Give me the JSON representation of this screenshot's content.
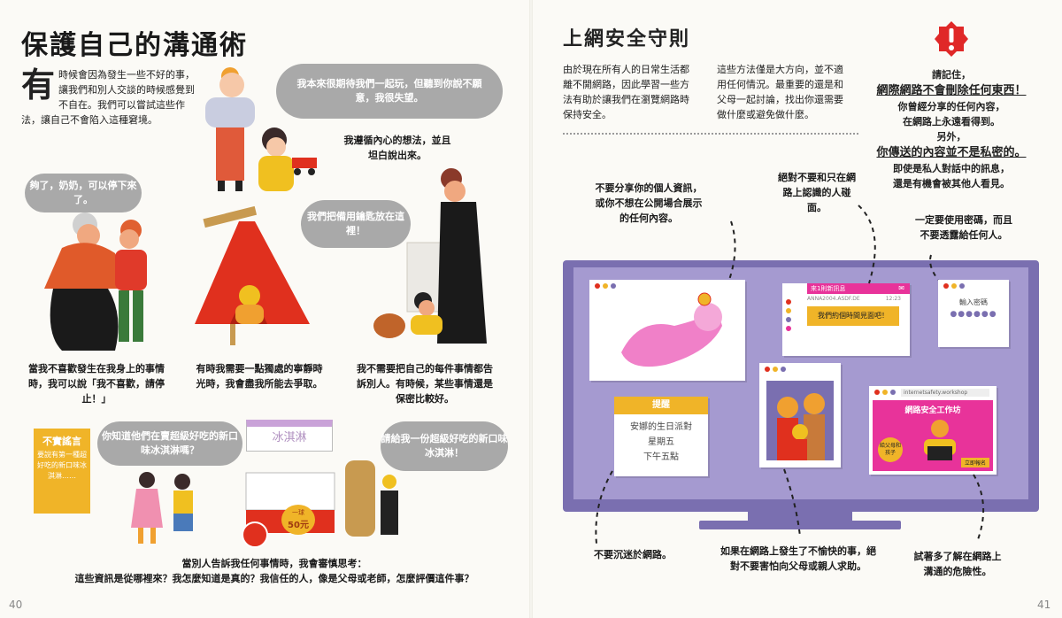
{
  "left": {
    "title": "保護自己的溝通術",
    "intro_dropcap": "有",
    "intro_text": "時候會因為發生一些不好的事，讓我們和別人交談的時候感覺到不自在。我們可以嘗試這些作法，讓自己不會陷入這種窘境。",
    "bubble_disappointed": "我本來很期待我們一起玩，但聽到你說不願意，我很失望。",
    "caption_honest": "我遵循內心的想法，並且坦白說出來。",
    "bubble_puppy": "夠了，奶奶，可以停下來了。",
    "bubble_key": "我們把備用鑰匙放在這裡！",
    "caption_stop": "當我不喜歡發生在我身上的事情時，我可以說「我不喜歡，請停止！」",
    "caption_quiet": "有時我需要一點獨處的寧靜時光時，我會盡我所能去爭取。",
    "caption_secret": "我不需要把自己的每件事情都告訴別人。有時候，某些事情還是保密比較好。",
    "rumor_sign_title": "不實謠言",
    "rumor_sign_text": "要說有第一種超好吃的新口味冰淇淋……",
    "bubble_ask": "你知道他們在賣超級好吃的新口味冰淇淋嗎？",
    "bubble_give": "請給我一份超級好吃的新口味冰淇淋！",
    "cart_sign": "冰淇淋",
    "cart_price_top": "一球",
    "cart_price": "50元",
    "caption_think_1": "當別人告訴我任何事情時，我會審慎思考：",
    "caption_think_2": "這些資訊是從哪裡來？我怎麼知道是真的？我信任的人，像是父母或老師，怎麼評價這件事？",
    "page_number": "40"
  },
  "right": {
    "title": "上網安全守則",
    "para1": "由於現在所有人的日常生活都離不開網路，因此學習一些方法有助於讓我們在瀏覽網路時保持安全。",
    "para2": "這些方法僅是大方向，並不適用任何情況。最重要的還是和父母一起討論，找出你還需要做什麼或避免做什麼。",
    "warning_icon": "exclamation-icon",
    "warn_1": "請記住，",
    "warn_2": "網際網路不會刪除任何東西！",
    "warn_3": "你曾經分享的任何內容，",
    "warn_4": "在網路上永遠看得到。",
    "warn_5": "另外，",
    "warn_6": "你傳送的內容並不是私密的。",
    "warn_7": "即使是私人對話中的訊息，",
    "warn_8": "還是有機會被其他人看見。",
    "tip_personal": "不要分享你的個人資訊，或你不想在公開場合展示的任何內容。",
    "tip_meet": "絕對不要和只在網路上認識的人碰面。",
    "tip_password": "一定要使用密碼，而且不要透露給任何人。",
    "tip_addicted": "不要沉迷於網路。",
    "tip_help": "如果在網路上發生了不愉快的事，絕對不要害怕向父母或親人求助。",
    "tip_danger": "試著多了解在網路上溝通的危險性。",
    "chat_header": "來1則新訊息",
    "chat_meta": "ANNA2004.ASDF.DE",
    "chat_time": "12:23",
    "chat_message": "我們約個時間見面吧！",
    "password_label": "輸入密碼",
    "password_dots": "●●●●●●",
    "reminder_title": "提醒",
    "reminder_line1": "安娜的生日派對",
    "reminder_line2": "星期五",
    "reminder_line3": "下午五點",
    "workshop_url": "internetsafety.workshop",
    "workshop_title": "網路安全工作坊",
    "workshop_badge": "給父母和孩子",
    "workshop_button": "立即報名",
    "page_number": "41"
  },
  "colors": {
    "bubble": "#a9a9a9",
    "monitor": "#7a6fb0",
    "screen": "#a59ad0",
    "warning_red": "#e02828",
    "reminder_yellow": "#f0b428",
    "workshop_pink": "#e8339a",
    "cart_red": "#e0301e"
  }
}
